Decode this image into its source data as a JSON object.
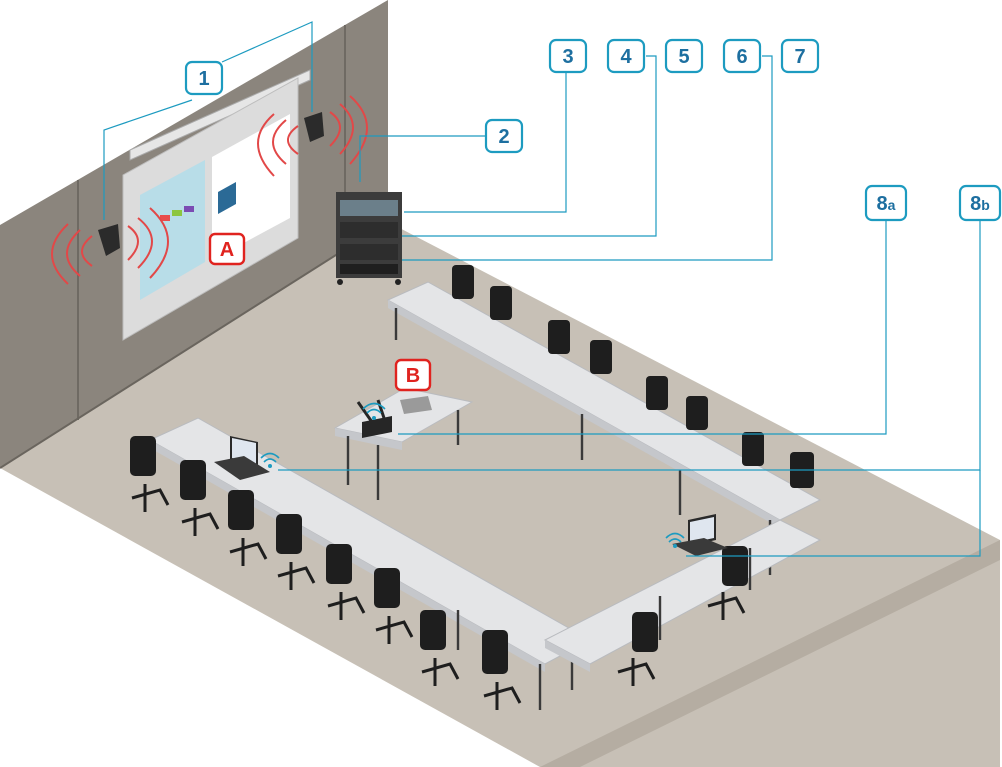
{
  "equipment_labels": [
    {
      "id": "1",
      "text": "1",
      "sub": ""
    },
    {
      "id": "2",
      "text": "2",
      "sub": ""
    },
    {
      "id": "3",
      "text": "3",
      "sub": ""
    },
    {
      "id": "4",
      "text": "4",
      "sub": ""
    },
    {
      "id": "5",
      "text": "5",
      "sub": ""
    },
    {
      "id": "6",
      "text": "6",
      "sub": ""
    },
    {
      "id": "7",
      "text": "7",
      "sub": ""
    },
    {
      "id": "8a",
      "text": "8",
      "sub": "a"
    },
    {
      "id": "8b",
      "text": "8",
      "sub": "b"
    }
  ],
  "zone_labels": [
    {
      "id": "A",
      "text": "A"
    },
    {
      "id": "B",
      "text": "B"
    }
  ],
  "colors": {
    "callout": "#1d9bc0",
    "zone": "#e0231f",
    "wall": "#8a847c",
    "floor": "#c7c0b6",
    "sound_wave": "#e24848"
  },
  "icons": [
    "speaker-icon",
    "projection-screen-icon",
    "equipment-rack-icon",
    "wireless-receiver-icon",
    "laptop-icon",
    "wifi-icon",
    "chair-icon"
  ]
}
